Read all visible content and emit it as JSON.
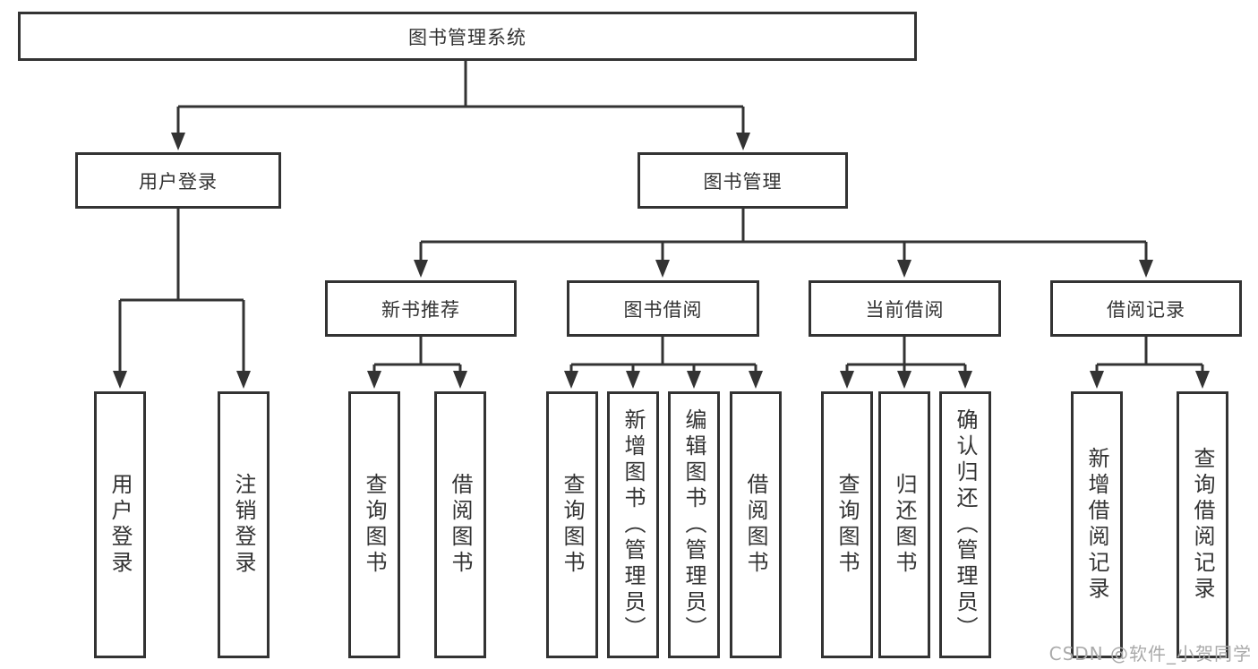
{
  "diagram_title": "图书管理系统",
  "tree": {
    "label": "图书管理系统",
    "children": [
      {
        "label": "用户登录",
        "children": [
          {
            "label": "用户登录"
          },
          {
            "label": "注销登录"
          }
        ]
      },
      {
        "label": "图书管理",
        "children": [
          {
            "label": "新书推荐",
            "children": [
              {
                "label": "查询图书"
              },
              {
                "label": "借阅图书"
              }
            ]
          },
          {
            "label": "图书借阅",
            "children": [
              {
                "label": "查询图书"
              },
              {
                "label": "新增图书（管理员）"
              },
              {
                "label": "编辑图书（管理员）"
              },
              {
                "label": "借阅图书"
              }
            ]
          },
          {
            "label": "当前借阅",
            "children": [
              {
                "label": "查询图书"
              },
              {
                "label": "归还图书"
              },
              {
                "label": "确认归还（管理员）"
              }
            ]
          },
          {
            "label": "借阅记录",
            "children": [
              {
                "label": "新增借阅记录"
              },
              {
                "label": "查询借阅记录"
              }
            ]
          }
        ]
      }
    ]
  },
  "watermark": {
    "text": "CSDN @软件_小贺同学"
  },
  "colors": {
    "line": "#333333",
    "text": "#333333",
    "box_background": "#ffffff",
    "watermark": "#aaaaaa"
  }
}
